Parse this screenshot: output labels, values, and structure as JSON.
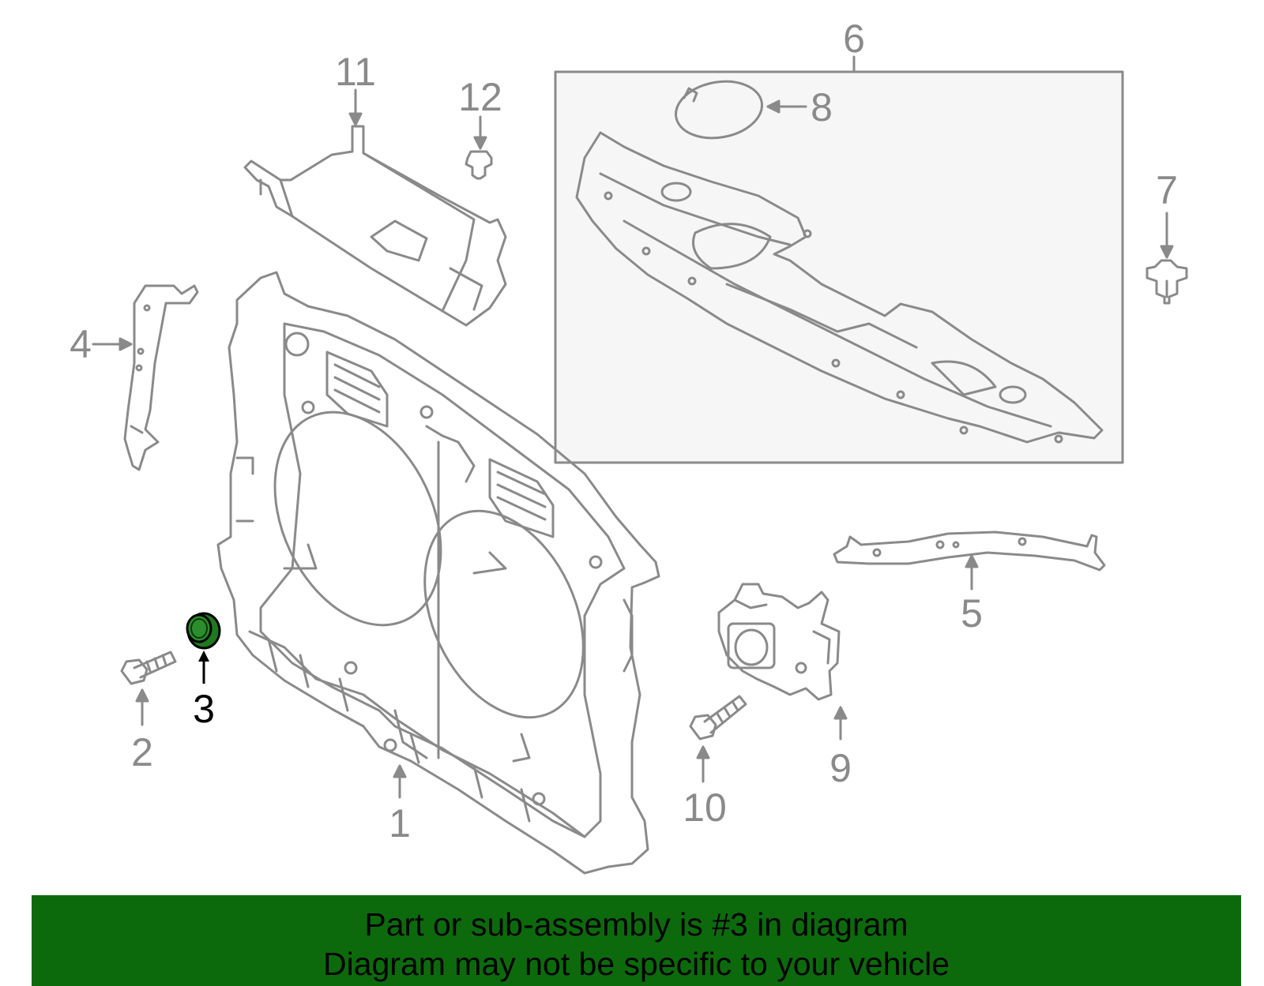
{
  "diagram": {
    "callouts": [
      "1",
      "2",
      "3",
      "4",
      "5",
      "6",
      "7",
      "8",
      "9",
      "10",
      "11",
      "12"
    ],
    "highlighted_part": "3",
    "colors": {
      "line": "#8a8a8a",
      "highlight": "#000000",
      "highlight_fill": "#1f7a1f",
      "banner": "#0c6a0c"
    }
  },
  "banner": {
    "line1": "Part or sub-assembly is #3 in diagram",
    "line2": "Diagram may not be specific to your vehicle"
  }
}
